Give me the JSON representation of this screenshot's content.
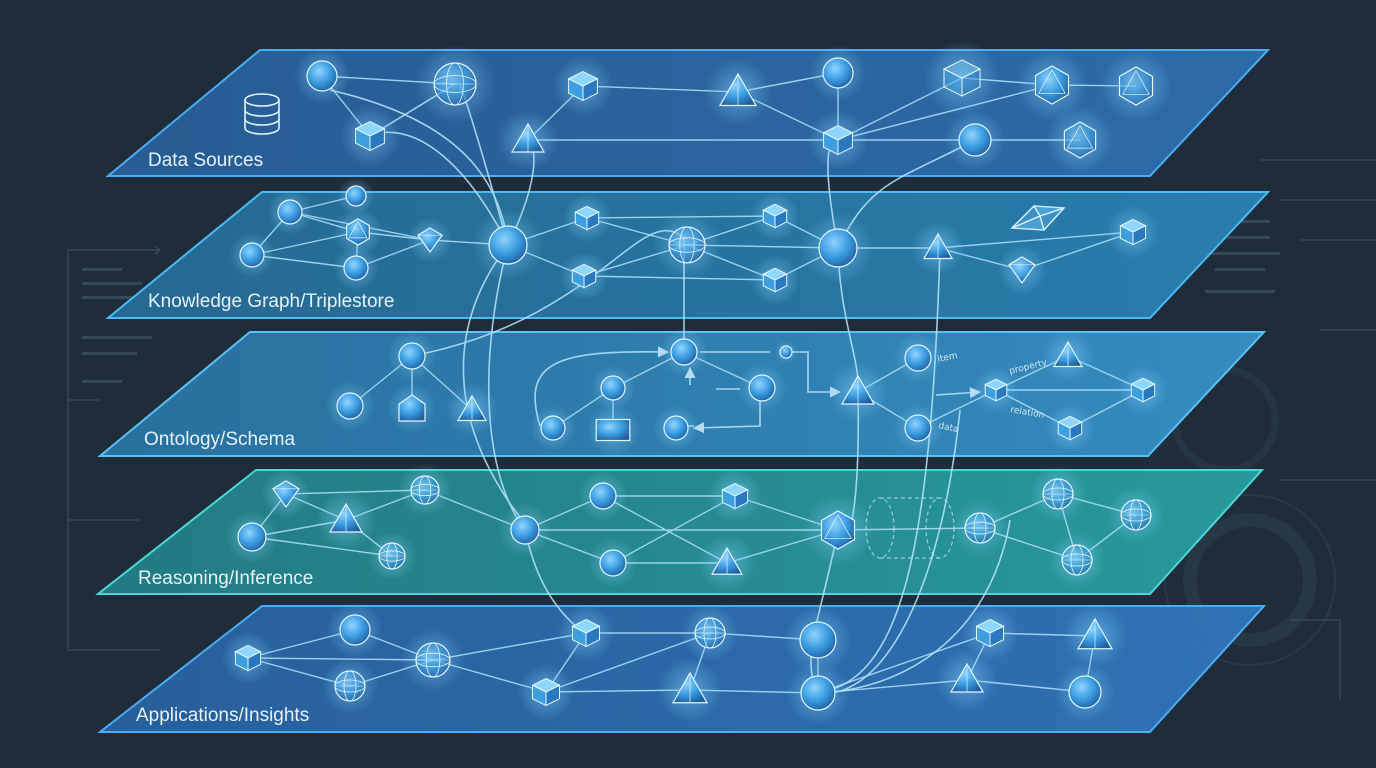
{
  "layers": [
    {
      "label": "Data Sources"
    },
    {
      "label": "Knowledge Graph/Triplestore"
    },
    {
      "label": "Ontology/Schema"
    },
    {
      "label": "Reasoning/Inference"
    },
    {
      "label": "Applications/Insights"
    }
  ],
  "edge_labels": {
    "e1": "item",
    "e2": "property",
    "e3": "relation",
    "e4": "data"
  },
  "colors": {
    "background": "#1f2c3a",
    "layer_blue": "#2e6aa6",
    "layer_teal": "#2a8c8f",
    "node": "#3d9fe0",
    "edge": "#9fd6f5"
  }
}
